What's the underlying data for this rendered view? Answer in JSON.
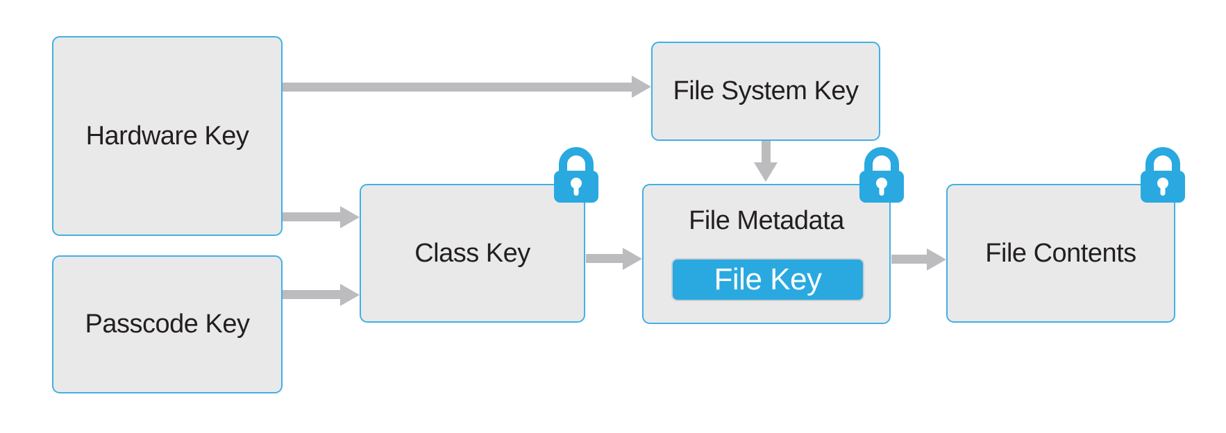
{
  "colors": {
    "accent_blue": "#29a9e0",
    "box_fill": "#e9e9ea",
    "box_border": "#41b0e3",
    "arrow_gray": "#bcbcbe",
    "text_dark": "#231f20",
    "file_key_text": "#ffffff",
    "background": "#ffffff"
  },
  "diagram": {
    "type": "flow-diagram",
    "nodes": {
      "hardware_key": "Hardware Key",
      "passcode_key": "Passcode Key",
      "class_key": "Class Key",
      "file_system_key": "File System Key",
      "file_metadata": "File Metadata",
      "file_key": "File Key",
      "file_contents": "File Contents"
    },
    "icons": {
      "class_key_lock": "lock-icon",
      "file_metadata_lock": "lock-icon",
      "file_contents_lock": "lock-icon"
    },
    "connections": [
      {
        "from": "hardware_key",
        "to": "file_system_key"
      },
      {
        "from": "hardware_key",
        "to": "class_key"
      },
      {
        "from": "passcode_key",
        "to": "class_key"
      },
      {
        "from": "class_key",
        "to": "file_metadata"
      },
      {
        "from": "file_system_key",
        "to": "file_metadata"
      },
      {
        "from": "file_metadata",
        "to": "file_contents"
      }
    ]
  }
}
